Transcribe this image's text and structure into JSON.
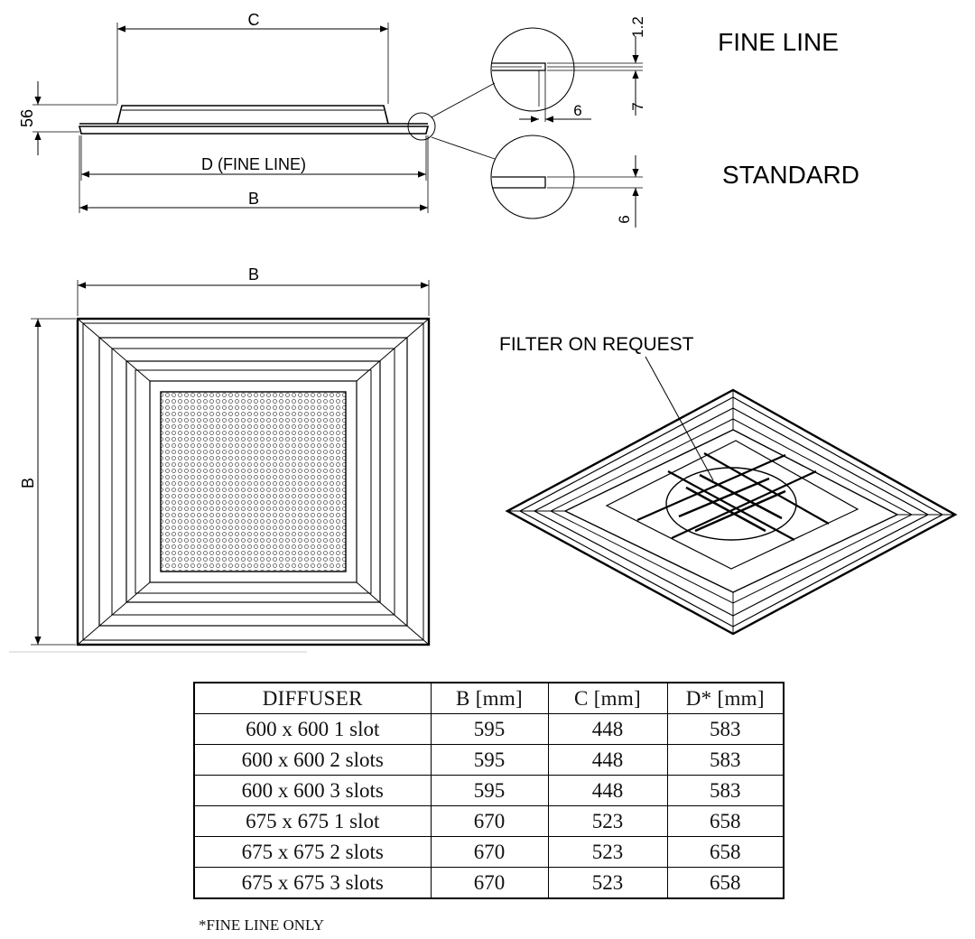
{
  "labels": {
    "dim_c": "C",
    "dim_d": "D (FINE LINE)",
    "dim_b": "B",
    "dim_56": "56",
    "dim_12": "1.2",
    "dim_6a": "6",
    "dim_7": "7",
    "dim_6b": "6",
    "fine_line": "FINE LINE",
    "standard": "STANDARD",
    "plan_b_top": "B",
    "plan_b_side": "B",
    "filter": "FILTER ON REQUEST"
  },
  "table": {
    "headers": [
      "DIFFUSER",
      "B [mm]",
      "C [mm]",
      "D* [mm]"
    ],
    "rows": [
      [
        "600 x 600 1 slot",
        "595",
        "448",
        "583"
      ],
      [
        "600 x 600 2 slots",
        "595",
        "448",
        "583"
      ],
      [
        "600 x 600 3 slots",
        "595",
        "448",
        "583"
      ],
      [
        "675 x 675 1 slot",
        "670",
        "523",
        "658"
      ],
      [
        "675 x 675 2 slots",
        "670",
        "523",
        "658"
      ],
      [
        "675 x 675 3 slots",
        "670",
        "523",
        "658"
      ]
    ]
  },
  "note": "*FINE LINE ONLY"
}
